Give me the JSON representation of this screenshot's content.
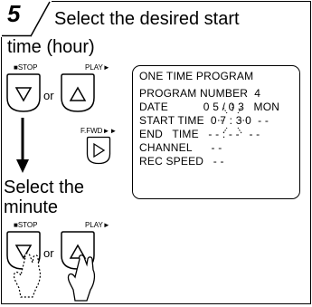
{
  "step": {
    "number": "5",
    "title_line1": "Select the desired start",
    "title_line2": "time (hour)"
  },
  "buttons_top": {
    "stop_label": "■STOP",
    "play_label": "PLAY►",
    "or_label": "or",
    "ffwd_label": "F.FWD►►"
  },
  "select_minute": {
    "line1": "Select the",
    "line2": "minute"
  },
  "buttons_bottom": {
    "stop_label": "■STOP",
    "play_label": "PLAY►",
    "or_label": "or"
  },
  "screen": {
    "title": "ONE TIME PROGRAM",
    "program_number": "PROGRAM NUMBER  4",
    "date": "DATE           0 5 / 0 3   MON",
    "start_time": "START TIME  0 7 : 3 0  - -",
    "end_time": "END   TIME   - - : - -   - -",
    "channel": "CHANNEL      - -",
    "rec_speed": "REC SPEED   - -"
  }
}
